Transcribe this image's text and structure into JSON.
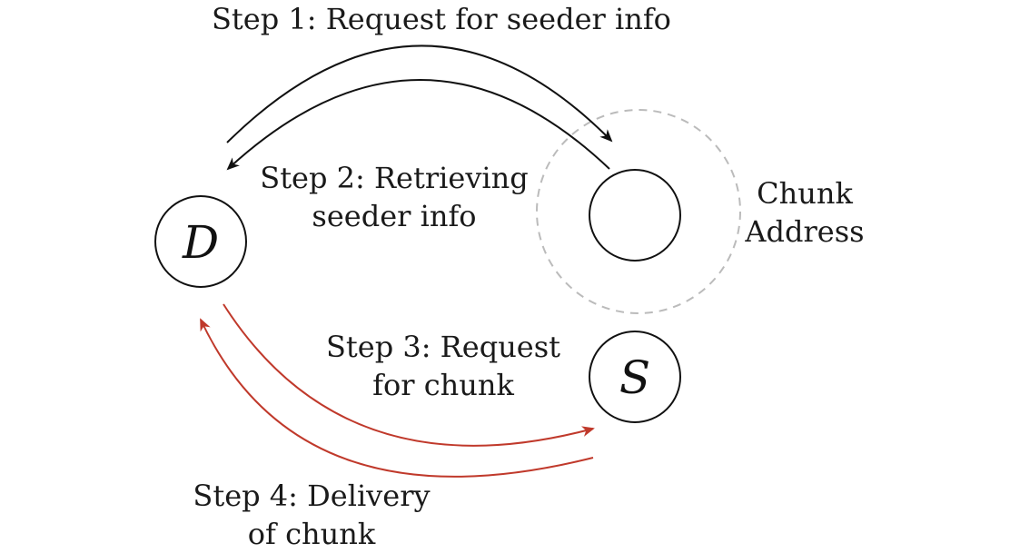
{
  "steps": {
    "step1": "Step 1: Request for seeder info",
    "step2_line1": "Step 2: Retrieving",
    "step2_line2": "seeder info",
    "step3_line1": "Step 3: Request",
    "step3_line2": "for chunk",
    "step4_line1": "Step 4: Delivery",
    "step4_line2": "of chunk"
  },
  "chunk_address": {
    "line1": "Chunk",
    "line2": "Address"
  },
  "nodes": {
    "downloader": "D",
    "seeder": "S"
  },
  "colors": {
    "black_arrow": "#111111",
    "red_arrow": "#c0392b",
    "dashed_circle": "#bbbbbb"
  }
}
